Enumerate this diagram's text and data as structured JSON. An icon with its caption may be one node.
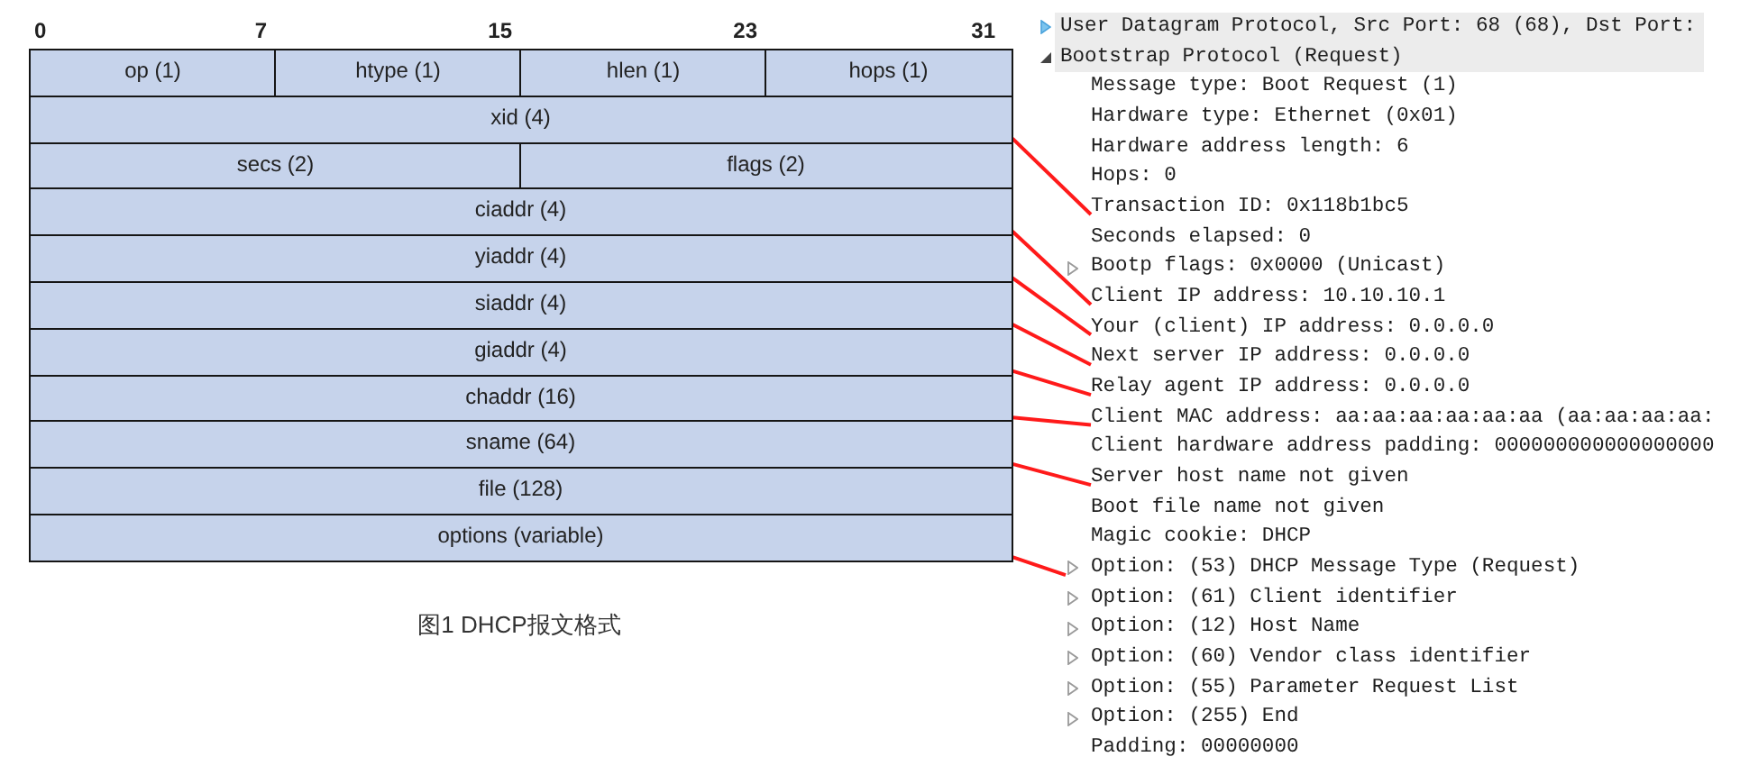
{
  "diagram": {
    "caption": "图1 DHCP报文格式",
    "nodes": [
      {
        "text": [
          "op (1)"
        ]
      },
      {
        "text": [
          "htype (1)"
        ]
      },
      {
        "text": [
          "hlen (1)"
        ]
      },
      {
        "text": [
          "hops (1)"
        ]
      },
      {
        "text": [
          "xid (4)"
        ]
      },
      {
        "text": [
          "secs (2)"
        ]
      },
      {
        "text": [
          "flags (2)"
        ]
      },
      {
        "text": [
          "ciaddr (4)"
        ]
      },
      {
        "text": [
          "yiaddr (4)"
        ]
      },
      {
        "text": [
          "siaddr (4)"
        ]
      },
      {
        "text": [
          "giaddr (4)"
        ]
      },
      {
        "text": [
          "chaddr (16)"
        ]
      },
      {
        "text": [
          "sname (64)"
        ]
      },
      {
        "text": [
          "file (128)"
        ]
      },
      {
        "text": [
          "options (variable)"
        ]
      },
      {
        "text": [
          "Transaction ID: 0x118b1bc5"
        ]
      },
      {
        "text": [
          "Client IP address: 10.10.10.1"
        ]
      },
      {
        "text": [
          "Your (client) IP address: 0.0.0.0"
        ]
      },
      {
        "text": [
          "Next server IP address: 0.0.0.0"
        ]
      },
      {
        "text": [
          "Relay agent IP address: 0.0.0.0"
        ]
      },
      {
        "text": [
          "Client MAC address: aa:aa:aa:aa:aa:aa (aa:aa:aa:aa:"
        ]
      },
      {
        "text": [
          "Server host name not given"
        ]
      },
      {
        "text": [
          "Option: (53) DHCP Message Type (Request)"
        ]
      }
    ],
    "edges": [
      {
        "from": 4,
        "to": 15,
        "arrow": "none"
      },
      {
        "from": 7,
        "to": 16,
        "arrow": "none"
      },
      {
        "from": 8,
        "to": 17,
        "arrow": "none"
      },
      {
        "from": 9,
        "to": 18,
        "arrow": "none"
      },
      {
        "from": 10,
        "to": 19,
        "arrow": "none"
      },
      {
        "from": 11,
        "to": 20,
        "arrow": "none"
      },
      {
        "from": 12,
        "to": 21,
        "arrow": "none"
      },
      {
        "from": 14,
        "to": 22,
        "arrow": "none"
      }
    ],
    "labels": [
      "0",
      "7",
      "15",
      "23",
      "31",
      "User Datagram Protocol, Src Port: 68 (68), Dst Port:",
      "Bootstrap Protocol (Request)",
      "Message type: Boot Request (1)",
      "Hardware type: Ethernet (0x01)",
      "Hardware address length: 6",
      "Hops: 0",
      "Seconds elapsed: 0",
      "Bootp flags: 0x0000 (Unicast)",
      "Client hardware address padding: 000000000000000000",
      "Boot file name not given",
      "Magic cookie: DHCP",
      "Option: (61) Client identifier",
      "Option: (12) Host Name",
      "Option: (60) Vendor class identifier",
      "Option: (55) Parameter Request List",
      "Option: (255) End",
      "Padding: 00000000"
    ]
  }
}
